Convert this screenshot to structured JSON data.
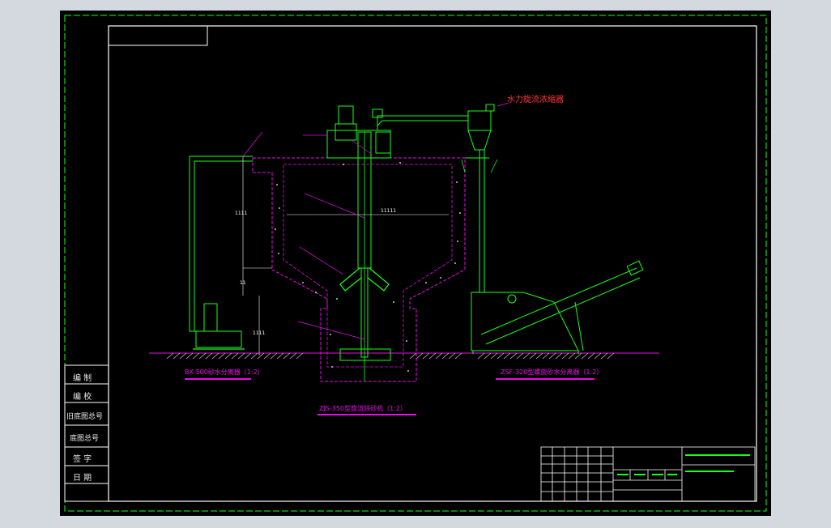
{
  "drawing": {
    "equipment_label": "水力旋流浓缩器",
    "caption_left": "BX 500砂水分离器（1:2）",
    "caption_center": "ZJS-350型旋流除砂机（1:2）",
    "caption_right": "ZSF-320型螺旋砂水分离器（1:2）",
    "sidebar": [
      "编 制",
      "编 校",
      "旧底图总号",
      "底图总号",
      "签 字",
      "日 期"
    ]
  },
  "colors": {
    "background": "#000000",
    "frame": "#ffffff",
    "equipment": "#16ff16",
    "annotation": "#e60ee6",
    "dimension": "#ffffff",
    "label_red": "#ff3b3b",
    "window_chrome": "#d4d8df"
  }
}
